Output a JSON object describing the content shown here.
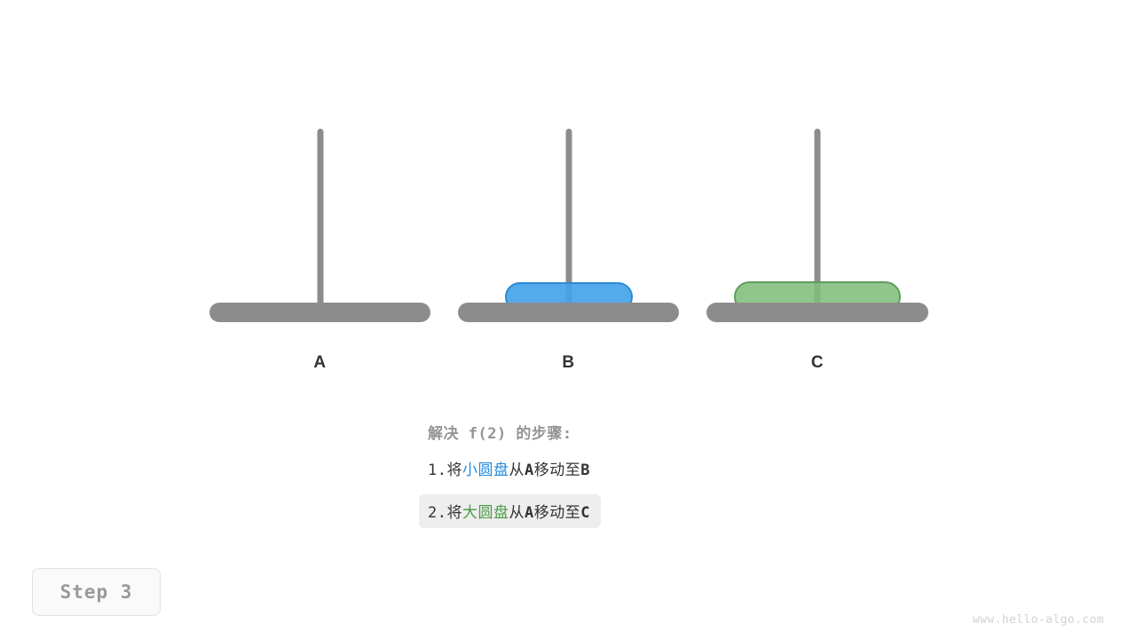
{
  "diagram": {
    "title_hidden": "",
    "pegs": [
      {
        "label": "A",
        "disk": null
      },
      {
        "label": "B",
        "disk": "small"
      },
      {
        "label": "C",
        "disk": "large"
      }
    ]
  },
  "steps": {
    "title": "解决 f(2) 的步骤:",
    "items": [
      {
        "number": "1.",
        "verb": "将",
        "disk_word": "小圆盘",
        "from_word": "从",
        "from_peg": "A",
        "move_word": "移动至",
        "to_peg": "B",
        "highlighted": false
      },
      {
        "number": "2.",
        "verb": "将",
        "disk_word": "大圆盘",
        "from_word": "从",
        "from_peg": "A",
        "move_word": "移动至",
        "to_peg": "C",
        "highlighted": true
      }
    ]
  },
  "badge": {
    "label": "Step 3"
  },
  "watermark": {
    "text": "www.hello-algo.com"
  },
  "colors": {
    "small_disk_fill": "#46a3e9",
    "small_disk_border": "#2b8bd4",
    "large_disk_fill": "#81be7c",
    "large_disk_border": "#5d9e5a",
    "rod_gray": "#8c8c8c",
    "highlight_bg": "#eeeeee",
    "text_dark": "#333333",
    "text_muted": "#949494"
  }
}
